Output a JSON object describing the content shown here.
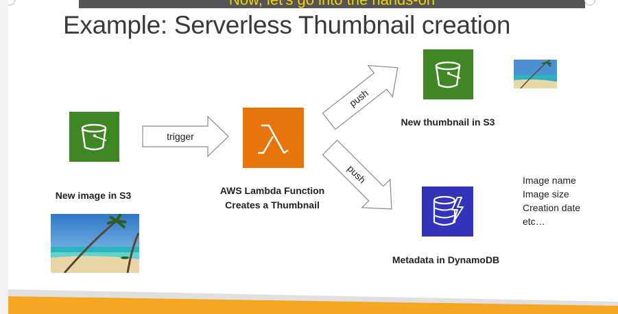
{
  "caption": "Now, let's go into the hands-on",
  "title": "Example: Serverless Thumbnail creation",
  "nodes": {
    "source_bucket": {
      "label": "New image in S3",
      "icon": "s3-bucket-icon"
    },
    "lambda": {
      "label_line1": "AWS Lambda Function",
      "label_line2": "Creates a Thumbnail",
      "icon": "lambda-icon"
    },
    "thumb_bucket": {
      "label": "New thumbnail in S3",
      "icon": "s3-bucket-icon"
    },
    "dynamodb": {
      "label": "Metadata in DynamoDB",
      "icon": "dynamodb-icon"
    }
  },
  "arrows": {
    "trigger": "trigger",
    "push_up": "push",
    "push_down": "push"
  },
  "metadata_items": [
    "Image name",
    "Image size",
    "Creation date",
    "etc…"
  ],
  "colors": {
    "s3_green": "#3f8624",
    "lambda_orange": "#e8740c",
    "dynamodb_blue": "#3334b9",
    "caption_yellow": "#f5d300",
    "footer_orange": "#f5a623"
  }
}
